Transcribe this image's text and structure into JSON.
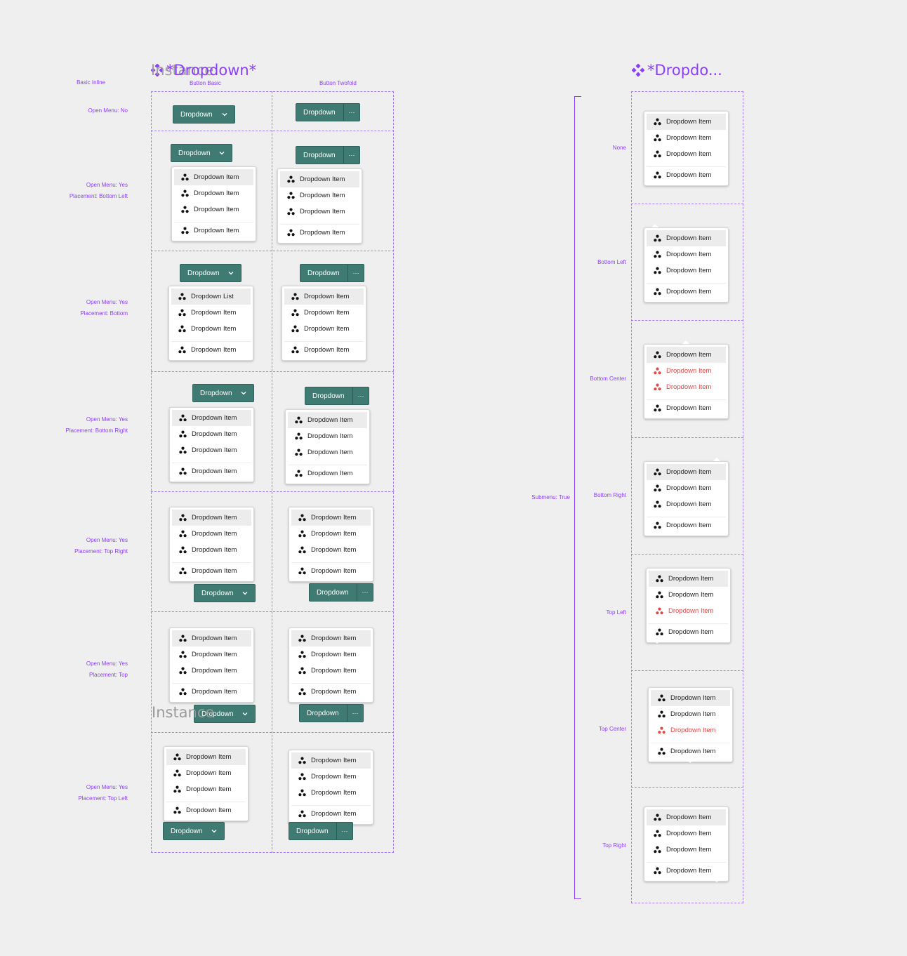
{
  "left": {
    "title": "*Dropdown*",
    "ghost_title": "Instance",
    "ghost_bottom": "Instance",
    "col_row_label": "Basic Inline",
    "col_headers": [
      "Button Basic",
      "Button Twofold"
    ],
    "rows": [
      {
        "label1": "Open Menu: No",
        "label2": ""
      },
      {
        "label1": "Open Menu: Yes",
        "label2": "Placement: Bottom Left"
      },
      {
        "label1": "Open Menu: Yes",
        "label2": "Placement: Bottom"
      },
      {
        "label1": "Open Menu: Yes",
        "label2": "Placement: Bottom Right"
      },
      {
        "label1": "Open Menu: Yes",
        "label2": "Placement: Top Right"
      },
      {
        "label1": "Open Menu: Yes",
        "label2": "Placement: Top"
      },
      {
        "label1": "Open Menu: Yes",
        "label2": "Placement: Top Left"
      }
    ],
    "button_label": "Dropdown",
    "more_label": "···",
    "menu_items": [
      "Dropdown Item",
      "Dropdown Item",
      "Dropdown Item",
      "Dropdown Item"
    ],
    "menu_items_list": [
      "Dropdown List",
      "Dropdown Item",
      "Dropdown Item",
      "Dropdown Item"
    ]
  },
  "right": {
    "title": "*Dropdo...",
    "bracket_label": "Submenu: True",
    "rows": [
      "None",
      "Bottom Left",
      "Bottom Center",
      "Bottom Right",
      "Top Left",
      "Top Center",
      "Top Right"
    ],
    "item_label": "Dropdown Item"
  },
  "colors": {
    "accent": "#8a3ffc",
    "button": "#3f7a73",
    "danger": "#e04848"
  },
  "icons": {
    "menu_item": "three-dots-cluster-icon",
    "button": "chevron-down-icon",
    "more": "more-dots-icon",
    "component": "component-diamond-icon"
  }
}
